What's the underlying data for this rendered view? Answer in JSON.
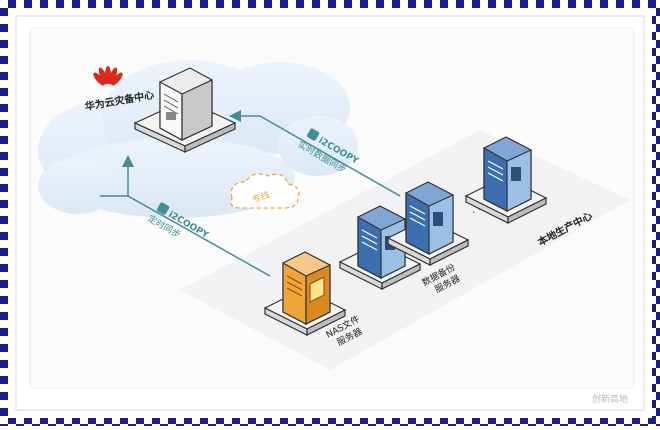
{
  "cloud": {
    "label": "华为云灾备中心"
  },
  "links": {
    "realtime": {
      "brand": "i2COOPY",
      "label": "实时数据同步"
    },
    "scheduled": {
      "brand": "i2COOPY",
      "label": "定时同步"
    },
    "dedicated_line": {
      "label": "专线"
    }
  },
  "local": {
    "label": "本地生产中心",
    "ellipsis": "· · ·"
  },
  "servers": {
    "nas": {
      "label_line1": "NAS文件",
      "label_line2": "服务器"
    },
    "backup": {
      "label_line1": "数据备份",
      "label_line2": "服务器"
    }
  },
  "watermark": "创新高地",
  "colors": {
    "border_dark": "#1c1c8a",
    "border_light": "#ffffff",
    "arrow": "#3f8f97",
    "cloud": "#e4eef9",
    "server_blue": "#3b6fb0",
    "server_orange": "#f0a43a",
    "huawei_red": "#d8281f"
  }
}
